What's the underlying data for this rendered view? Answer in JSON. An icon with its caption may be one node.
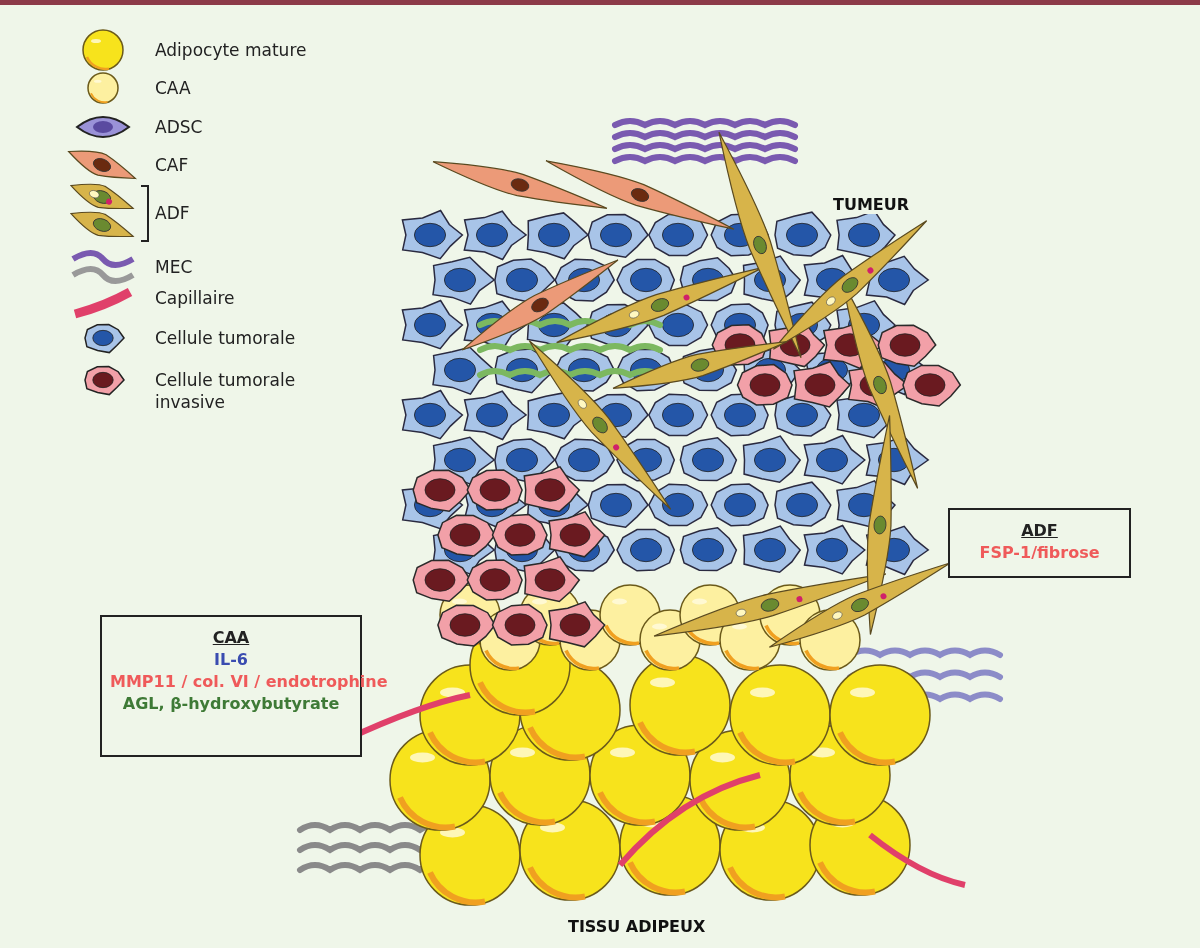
{
  "diagram": {
    "nodes": [
      {
        "text": [
          "CAA",
          "IL-6",
          "MMP11 / col. VI / endotrophine",
          "AGL, β-hydroxybutyrate"
        ]
      },
      {
        "text": [
          "ADF",
          "FSP-1/fibrose"
        ]
      }
    ],
    "edges": [],
    "labels": [
      "TUMEUR",
      "TISSU ADIPEUX"
    ],
    "legend": [
      {
        "text": "Adipocyte mature"
      },
      {
        "text": "CAA"
      },
      {
        "text": "ADSC"
      },
      {
        "text": "CAF"
      },
      {
        "text": "ADF"
      },
      {
        "text": "MEC"
      },
      {
        "text": "Capillaire"
      },
      {
        "text": "Cellule tumorale"
      },
      {
        "text": "Cellule tumorale invasive"
      }
    ]
  }
}
